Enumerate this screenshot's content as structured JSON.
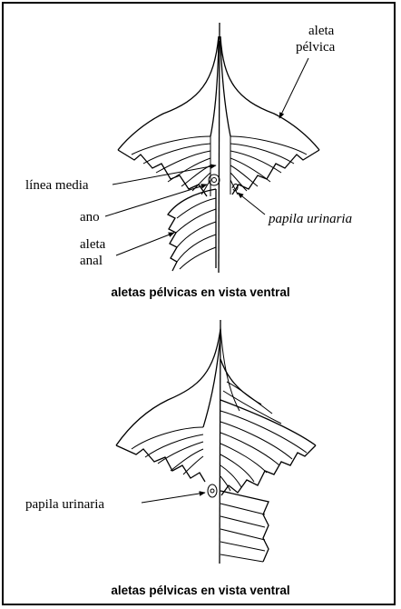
{
  "top_panel": {
    "labels": {
      "aleta_pelvica_line1": "aleta",
      "aleta_pelvica_line2": "pélvica",
      "linea_media": "línea media",
      "ano": "ano",
      "papila_urinaria": "papila urinaria",
      "aleta_anal_line1": "aleta",
      "aleta_anal_line2": "anal"
    },
    "caption": "aletas pélvicas en vista ventral"
  },
  "bottom_panel": {
    "labels": {
      "papila_urinaria": "papila urinaria"
    },
    "caption": "aletas pélvicas en vista ventral"
  }
}
